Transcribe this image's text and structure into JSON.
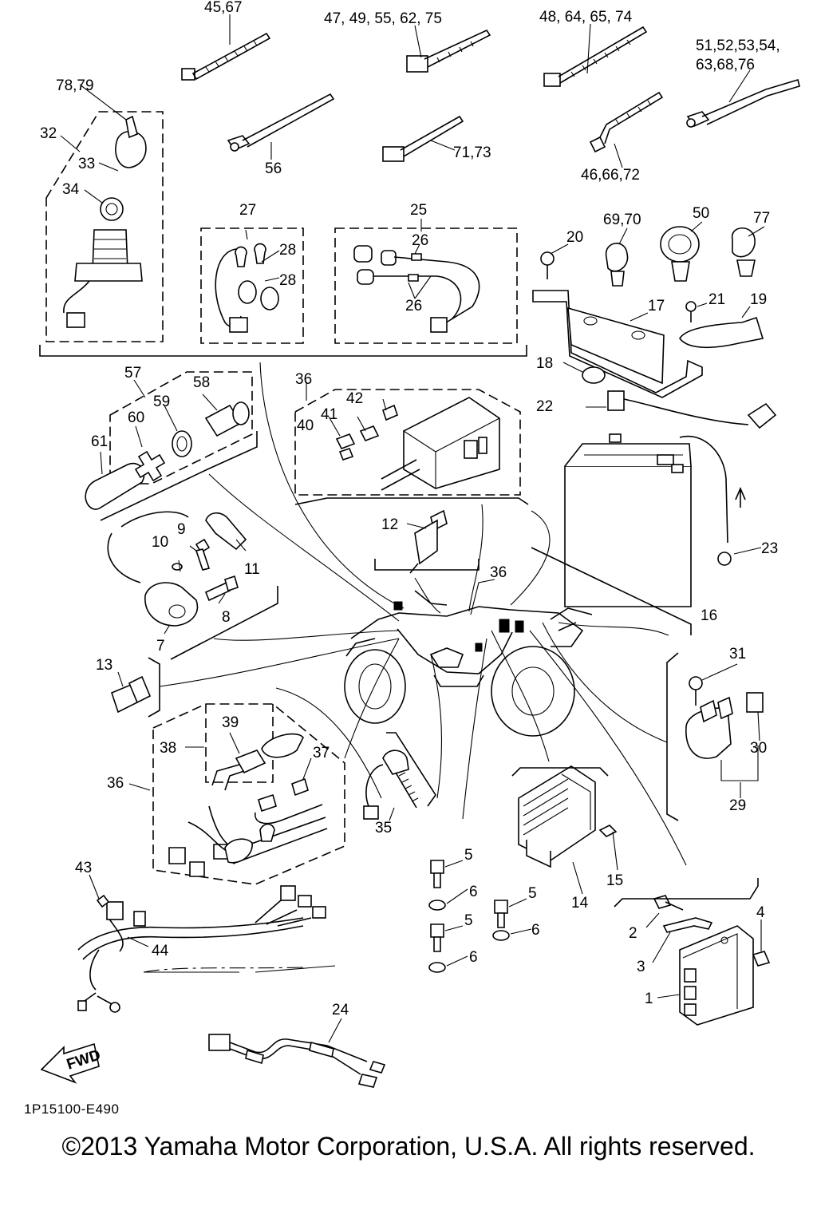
{
  "diagram": {
    "drawing_code": "1P15100-E490",
    "copyright": "©2013 Yamaha Motor Corporation, U.S.A. All rights reserved.",
    "fwd_label": "FWD",
    "callouts": {
      "c4567": "45,67",
      "c47": "47, 49, 55, 62, 75",
      "c48": "48, 64, 65, 74",
      "c51a": "51,52,53,54,",
      "c51b": "63,68,76",
      "c7879": "78,79",
      "c32": "32",
      "c33": "33",
      "c34": "34",
      "c56": "56",
      "c7173": "71,73",
      "c4666": "46,66,72",
      "c27": "27",
      "c28a": "28",
      "c28b": "28",
      "c25": "25",
      "c26a": "26",
      "c26b": "26",
      "c6970": "69,70",
      "c50": "50",
      "c77": "77",
      "c20": "20",
      "c17": "17",
      "c21": "21",
      "c19": "19",
      "c18": "18",
      "c22": "22",
      "c57": "57",
      "c58": "58",
      "c59": "59",
      "c60": "60",
      "c61": "61",
      "c36a": "36",
      "c42": "42",
      "c41": "41",
      "c40": "40",
      "c12": "12",
      "c23": "23",
      "c9": "9",
      "c10": "10",
      "c11": "11",
      "c8": "8",
      "c7": "7",
      "c36b": "36",
      "c16": "16",
      "c13": "13",
      "c31": "31",
      "c39": "39",
      "c38": "38",
      "c37": "37",
      "c36c": "36",
      "c30": "30",
      "c29": "29",
      "c35": "35",
      "c5a": "5",
      "c6a": "6",
      "c5b": "5",
      "c5c": "5",
      "c6b": "6",
      "c6c": "6",
      "c14": "14",
      "c15": "15",
      "c43": "43",
      "c44": "44",
      "c4": "4",
      "c2": "2",
      "c3": "3",
      "c1": "1",
      "c24": "24"
    }
  }
}
